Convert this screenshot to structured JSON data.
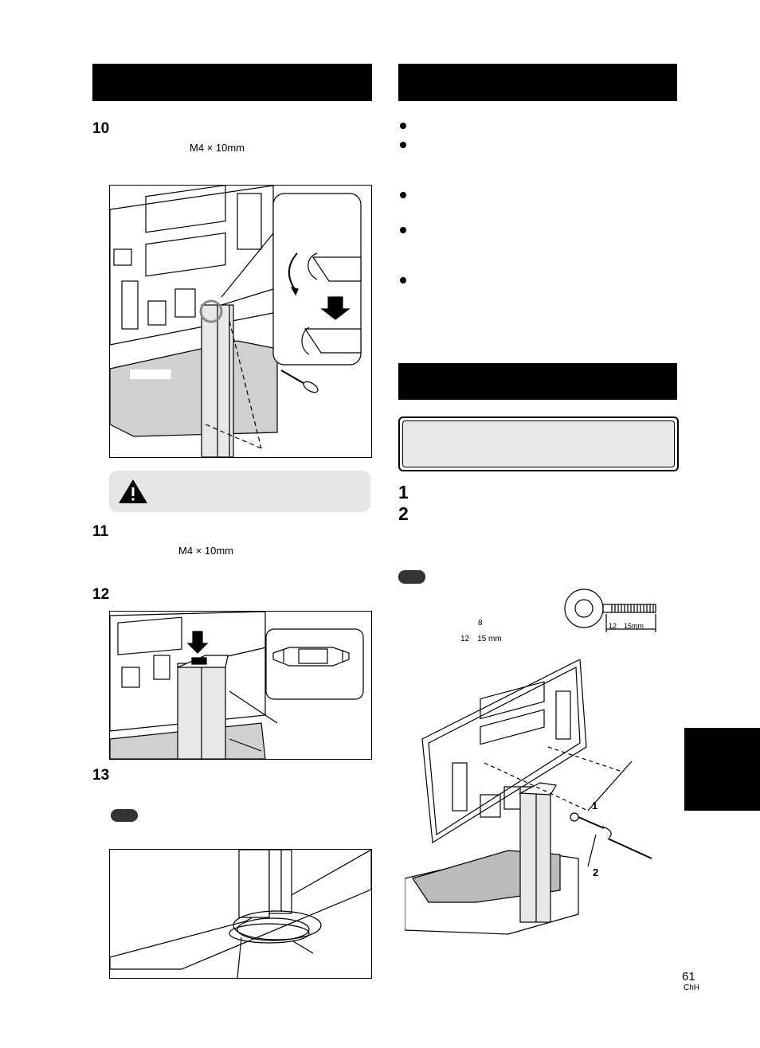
{
  "left_column": {
    "step10": {
      "number": "10",
      "spec": "M4 × 10mm"
    },
    "step11": {
      "number": "11",
      "spec": "M4 × 10mm"
    },
    "step12": {
      "number": "12"
    },
    "step13": {
      "number": "13"
    }
  },
  "right_column": {
    "steps": [
      {
        "number": "1"
      },
      {
        "number": "2"
      }
    ],
    "bolt_spec": {
      "diameter": "8",
      "length": "12　15 mm",
      "dimension_label": "12　15mm"
    },
    "figure_labels": {
      "label1": "1",
      "label2": "2"
    }
  },
  "footer": {
    "page_number": "61",
    "language_code": "ChH"
  }
}
